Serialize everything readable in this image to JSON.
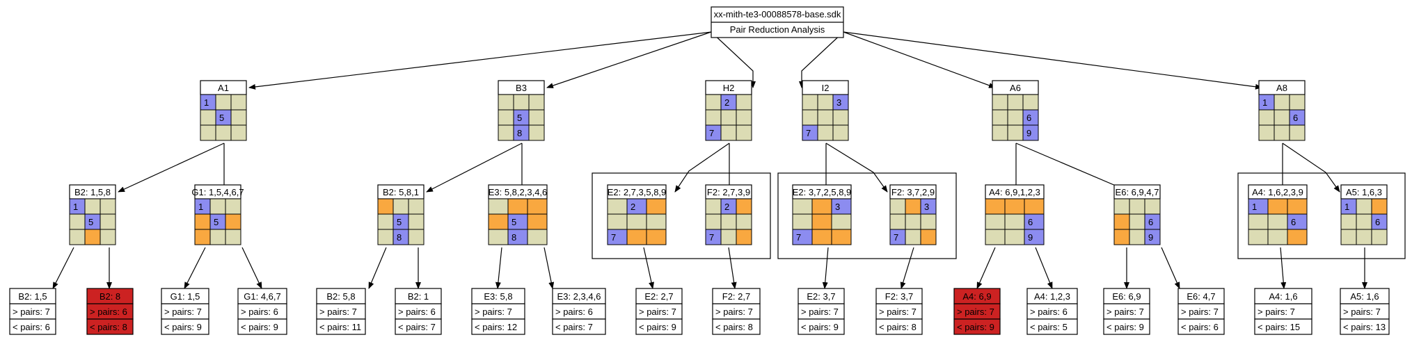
{
  "colors": {
    "grid_cell": "#dcdcb4",
    "given_cell": "#8c8cf0",
    "candidate_cell": "#f9a840",
    "highlight_box": "#cc2222",
    "line": "#000000",
    "box": "#ffffff"
  },
  "root": {
    "title": "xx-mith-te3-00088578-base.sdk",
    "subtitle": "Pair Reduction Analysis"
  },
  "grids": [
    {
      "id": "A1",
      "label": "A1",
      "cells": [
        [
          "b",
          "g",
          "g"
        ],
        [
          "g",
          "b",
          "g"
        ],
        [
          "g",
          "g",
          "g"
        ]
      ],
      "nums": [
        [
          "1",
          "",
          ""
        ],
        [
          "",
          "5",
          ""
        ],
        [
          "",
          "",
          ""
        ]
      ]
    },
    {
      "id": "B3",
      "label": "B3",
      "cells": [
        [
          "g",
          "g",
          "g"
        ],
        [
          "g",
          "b",
          "g"
        ],
        [
          "g",
          "b",
          "g"
        ]
      ],
      "nums": [
        [
          "",
          "",
          ""
        ],
        [
          "",
          "5",
          ""
        ],
        [
          "",
          "8",
          ""
        ]
      ]
    },
    {
      "id": "H2",
      "label": "H2",
      "cells": [
        [
          "g",
          "b",
          "g"
        ],
        [
          "g",
          "g",
          "g"
        ],
        [
          "b",
          "g",
          "g"
        ]
      ],
      "nums": [
        [
          "",
          "2",
          ""
        ],
        [
          "",
          "",
          ""
        ],
        [
          "7",
          "",
          ""
        ]
      ]
    },
    {
      "id": "I2",
      "label": "I2",
      "cells": [
        [
          "g",
          "g",
          "b"
        ],
        [
          "g",
          "g",
          "g"
        ],
        [
          "b",
          "g",
          "g"
        ]
      ],
      "nums": [
        [
          "",
          "",
          "3"
        ],
        [
          "",
          "",
          ""
        ],
        [
          "7",
          "",
          ""
        ]
      ]
    },
    {
      "id": "A6",
      "label": "A6",
      "cells": [
        [
          "g",
          "g",
          "g"
        ],
        [
          "g",
          "g",
          "b"
        ],
        [
          "g",
          "g",
          "b"
        ]
      ],
      "nums": [
        [
          "",
          "",
          ""
        ],
        [
          "",
          "",
          "6"
        ],
        [
          "",
          "",
          "9"
        ]
      ]
    },
    {
      "id": "A8",
      "label": "A8",
      "cells": [
        [
          "b",
          "g",
          "g"
        ],
        [
          "g",
          "g",
          "b"
        ],
        [
          "g",
          "g",
          "g"
        ]
      ],
      "nums": [
        [
          "1",
          "",
          ""
        ],
        [
          "",
          "",
          "6"
        ],
        [
          "",
          "",
          ""
        ]
      ]
    },
    {
      "id": "B2a",
      "label": "B2: 1,5,8",
      "cells": [
        [
          "b",
          "g",
          "g"
        ],
        [
          "g",
          "b",
          "g"
        ],
        [
          "g",
          "o",
          "g"
        ]
      ],
      "nums": [
        [
          "1",
          "",
          ""
        ],
        [
          "",
          "5",
          ""
        ],
        [
          "",
          "",
          ""
        ]
      ]
    },
    {
      "id": "G1a",
      "label": "G1: 1,5,4,6,7",
      "cells": [
        [
          "b",
          "g",
          "g"
        ],
        [
          "o",
          "b",
          "o"
        ],
        [
          "o",
          "g",
          "g"
        ]
      ],
      "nums": [
        [
          "1",
          "",
          ""
        ],
        [
          "",
          "5",
          ""
        ],
        [
          "",
          "",
          ""
        ]
      ]
    },
    {
      "id": "B2b",
      "label": "B2: 5,8,1",
      "cells": [
        [
          "o",
          "g",
          "g"
        ],
        [
          "g",
          "b",
          "g"
        ],
        [
          "g",
          "b",
          "g"
        ]
      ],
      "nums": [
        [
          "",
          "",
          ""
        ],
        [
          "",
          "5",
          ""
        ],
        [
          "",
          "8",
          ""
        ]
      ]
    },
    {
      "id": "E3a",
      "label": "E3: 5,8,2,3,4,6",
      "cells": [
        [
          "g",
          "o",
          "o"
        ],
        [
          "o",
          "b",
          "o"
        ],
        [
          "g",
          "b",
          "g"
        ]
      ],
      "nums": [
        [
          "",
          "",
          ""
        ],
        [
          "",
          "5",
          ""
        ],
        [
          "",
          "8",
          ""
        ]
      ]
    },
    {
      "id": "E2a",
      "label": "E2: 2,7,3,5,8,9",
      "cells": [
        [
          "g",
          "b",
          "o"
        ],
        [
          "g",
          "g",
          "g"
        ],
        [
          "b",
          "o",
          "o"
        ]
      ],
      "nums": [
        [
          "",
          "2",
          ""
        ],
        [
          "",
          "",
          ""
        ],
        [
          "7",
          "",
          ""
        ]
      ]
    },
    {
      "id": "F2a",
      "label": "F2: 2,7,3,9",
      "cells": [
        [
          "g",
          "b",
          "o"
        ],
        [
          "g",
          "g",
          "g"
        ],
        [
          "b",
          "g",
          "o"
        ]
      ],
      "nums": [
        [
          "",
          "2",
          ""
        ],
        [
          "",
          "",
          ""
        ],
        [
          "7",
          "",
          ""
        ]
      ]
    },
    {
      "id": "E2b",
      "label": "E2: 3,7,2,5,8,9",
      "cells": [
        [
          "g",
          "o",
          "b"
        ],
        [
          "g",
          "o",
          "g"
        ],
        [
          "b",
          "o",
          "o"
        ]
      ],
      "nums": [
        [
          "",
          "",
          "3"
        ],
        [
          "",
          "",
          ""
        ],
        [
          "7",
          "",
          ""
        ]
      ]
    },
    {
      "id": "F2b",
      "label": "F2: 3,7,2,9",
      "cells": [
        [
          "g",
          "o",
          "b"
        ],
        [
          "g",
          "g",
          "g"
        ],
        [
          "b",
          "g",
          "o"
        ]
      ],
      "nums": [
        [
          "",
          "",
          "3"
        ],
        [
          "",
          "",
          ""
        ],
        [
          "7",
          "",
          ""
        ]
      ]
    },
    {
      "id": "A4a",
      "label": "A4: 6,9,1,2,3",
      "cells": [
        [
          "o",
          "o",
          "o"
        ],
        [
          "g",
          "g",
          "b"
        ],
        [
          "g",
          "g",
          "b"
        ]
      ],
      "nums": [
        [
          "",
          "",
          ""
        ],
        [
          "",
          "",
          "6"
        ],
        [
          "",
          "",
          "9"
        ]
      ]
    },
    {
      "id": "E6a",
      "label": "E6: 6,9,4,7",
      "cells": [
        [
          "g",
          "g",
          "g"
        ],
        [
          "o",
          "g",
          "b"
        ],
        [
          "o",
          "g",
          "b"
        ]
      ],
      "nums": [
        [
          "",
          "",
          ""
        ],
        [
          "",
          "",
          "6"
        ],
        [
          "",
          "",
          "9"
        ]
      ]
    },
    {
      "id": "A4b",
      "label": "A4: 1,6,2,3,9",
      "cells": [
        [
          "b",
          "o",
          "o"
        ],
        [
          "g",
          "g",
          "b"
        ],
        [
          "g",
          "g",
          "o"
        ]
      ],
      "nums": [
        [
          "1",
          "",
          ""
        ],
        [
          "",
          "",
          "6"
        ],
        [
          "",
          "",
          ""
        ]
      ]
    },
    {
      "id": "A5a",
      "label": "A5: 1,6,3",
      "cells": [
        [
          "b",
          "g",
          "o"
        ],
        [
          "g",
          "g",
          "b"
        ],
        [
          "g",
          "g",
          "g"
        ]
      ],
      "nums": [
        [
          "1",
          "",
          ""
        ],
        [
          "",
          "",
          "6"
        ],
        [
          "",
          "",
          ""
        ]
      ]
    }
  ],
  "leaves": [
    {
      "id": "L1",
      "title": "B2: 1,5",
      "more": "> pairs: 7",
      "less": "< pairs: 6",
      "highlight": false
    },
    {
      "id": "L2",
      "title": "B2: 8",
      "more": "> pairs: 6",
      "less": "< pairs: 8",
      "highlight": true
    },
    {
      "id": "L3",
      "title": "G1: 1,5",
      "more": "> pairs: 7",
      "less": "< pairs: 9",
      "highlight": false
    },
    {
      "id": "L4",
      "title": "G1: 4,6,7",
      "more": "> pairs: 6",
      "less": "< pairs: 9",
      "highlight": false
    },
    {
      "id": "L5",
      "title": "B2: 5,8",
      "more": "> pairs: 7",
      "less": "< pairs: 11",
      "highlight": false
    },
    {
      "id": "L6",
      "title": "B2: 1",
      "more": "> pairs: 6",
      "less": "< pairs: 7",
      "highlight": false
    },
    {
      "id": "L7",
      "title": "E3: 5,8",
      "more": "> pairs: 7",
      "less": "< pairs: 12",
      "highlight": false
    },
    {
      "id": "L8",
      "title": "E3: 2,3,4,6",
      "more": "> pairs: 6",
      "less": "< pairs: 7",
      "highlight": false
    },
    {
      "id": "L9",
      "title": "E2: 2,7",
      "more": "> pairs: 7",
      "less": "< pairs: 9",
      "highlight": false
    },
    {
      "id": "L10",
      "title": "F2: 2,7",
      "more": "> pairs: 7",
      "less": "< pairs: 8",
      "highlight": false
    },
    {
      "id": "L11",
      "title": "E2: 3,7",
      "more": "> pairs: 7",
      "less": "< pairs: 9",
      "highlight": false
    },
    {
      "id": "L12",
      "title": "F2: 3,7",
      "more": "> pairs: 7",
      "less": "< pairs: 8",
      "highlight": false
    },
    {
      "id": "L13",
      "title": "A4: 6,9",
      "more": "> pairs: 7",
      "less": "< pairs: 9",
      "highlight": true
    },
    {
      "id": "L14",
      "title": "A4: 1,2,3",
      "more": "> pairs: 6",
      "less": "< pairs: 5",
      "highlight": false
    },
    {
      "id": "L15",
      "title": "E6: 6,9",
      "more": "> pairs: 7",
      "less": "< pairs: 9",
      "highlight": false
    },
    {
      "id": "L16",
      "title": "E6: 4,7",
      "more": "> pairs: 7",
      "less": "< pairs: 6",
      "highlight": false
    },
    {
      "id": "L17",
      "title": "A4: 1,6",
      "more": "> pairs: 7",
      "less": "< pairs: 15",
      "highlight": false
    },
    {
      "id": "L18",
      "title": "A5: 1,6",
      "more": "> pairs: 7",
      "less": "< pairs: 13",
      "highlight": false
    }
  ]
}
